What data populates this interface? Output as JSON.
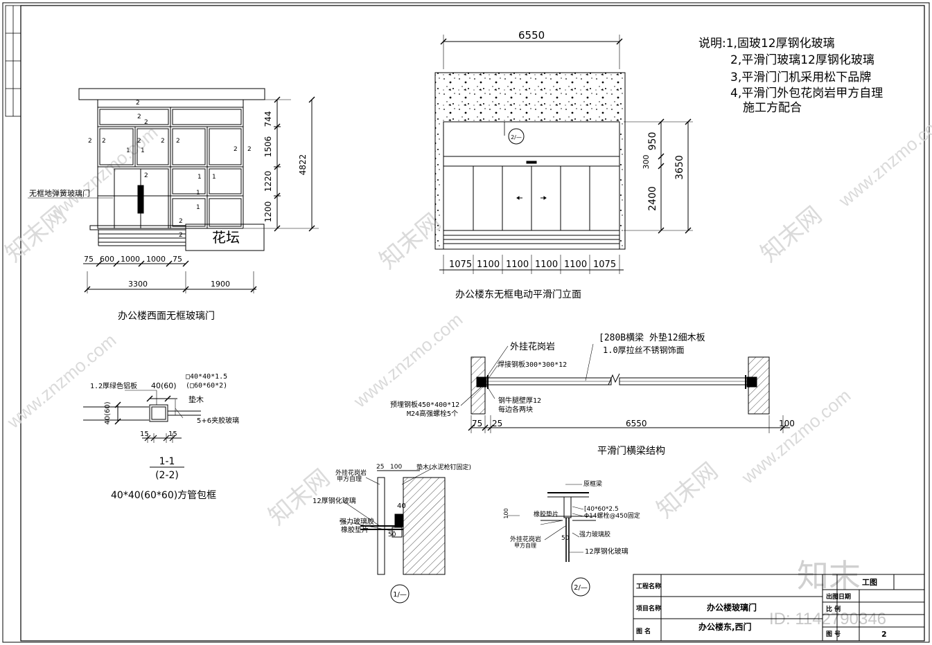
{
  "notes": {
    "title": "说明:1,固玻12厚钢化玻璃",
    "items": [
      "2,平滑门玻璃12厚钢化玻璃",
      "3,平滑门门机采用松下品牌",
      "4,平滑门外包花岗岩甲方自理",
      "施工方配合"
    ]
  },
  "west_door": {
    "caption": "办公楼西面无框玻璃门",
    "door_label": "无框地弹簧玻璃门",
    "planter": "花坛",
    "dims_vertical": [
      "744",
      "1506",
      "1220",
      "1200"
    ],
    "total_height": "4822",
    "dims_bottom": [
      "75",
      "600",
      "1000",
      "1000",
      "75"
    ],
    "dims_bottom2": [
      "3300",
      "1900"
    ],
    "marks": [
      "2",
      "1"
    ]
  },
  "east_door": {
    "caption": "办公楼东无框电动平滑门立面",
    "top_width": "6550",
    "dims_right_inner": [
      "950",
      "300",
      "2400"
    ],
    "dims_right_outer": "3650",
    "dims_bottom": [
      "1075",
      "1100",
      "1100",
      "1100",
      "1100",
      "1075"
    ],
    "detail_ref": "2/—"
  },
  "beam": {
    "caption": "平滑门横梁结构",
    "label_granite": "外挂花岗岩",
    "label_channel": "[280B横梁 外垫12细木板",
    "label_steel": "1.0厚拉丝不锈钢饰面",
    "label_weld_plate": "焊接钢板300*300*12",
    "label_embed": "预埋钢板450*400*12",
    "label_bolt": "M24高强螺栓5个",
    "label_leg": "钢牛腿壁厚12",
    "label_each": "每边各两块",
    "dim_left": "75",
    "dim_25": "25",
    "dim_span": "6550",
    "dim_right": "100"
  },
  "section11": {
    "caption": "40*40(60*60)方管包框",
    "sec_label": "1-1",
    "sec_label2": "(2-2)",
    "l_alu": "1.2厚绿色铝板",
    "l_dim1": "40(60)",
    "l_tube1": "□40*40*1.5",
    "l_tube2": "(□60*60*2)",
    "l_wood": "垫木",
    "l_glass": "5+6夹胶玻璃",
    "l_side": "40(60)",
    "l_15a": "15",
    "l_15b": "15"
  },
  "detail1": {
    "ref": "1/—",
    "d25": "25",
    "d100": "100",
    "l_wood": "垫木(水泥枪钉固定)",
    "l_granite": "外挂花岗岩",
    "l_owner": "甲方自理",
    "l_glass": "12厚钢化玻璃",
    "l_seal": "强力玻璃胶",
    "l_pad": "橡胶垫片",
    "d40": "40",
    "d50": "50"
  },
  "detail2": {
    "ref": "2/—",
    "l_beam": "原框梁",
    "l_tube": "[40*60*2.5",
    "l_bolt": "Φ14螺栓@450固定",
    "l_pad": "橡胶垫片",
    "l_seal": "强力玻璃胶",
    "l_granite": "外挂花岗岩",
    "l_owner": "甲方自理",
    "l_glass": "12厚钢化玻璃",
    "d100": "100",
    "d50": "50"
  },
  "title_block": {
    "r1_label": "工程名称",
    "r2_label": "项目名称",
    "r2_value": "办公楼玻璃门",
    "r3_label": "图  名",
    "r3_value": "办公楼东,西门",
    "right_top": "工图",
    "right_r1": "出图日期",
    "right_r2": "比  例",
    "right_r3": "图  号",
    "sheet_no": "2"
  },
  "watermarks": {
    "brand": "知末网",
    "url": "www.znzmo.com",
    "logo": "知末",
    "id": "ID: 1142790346"
  }
}
